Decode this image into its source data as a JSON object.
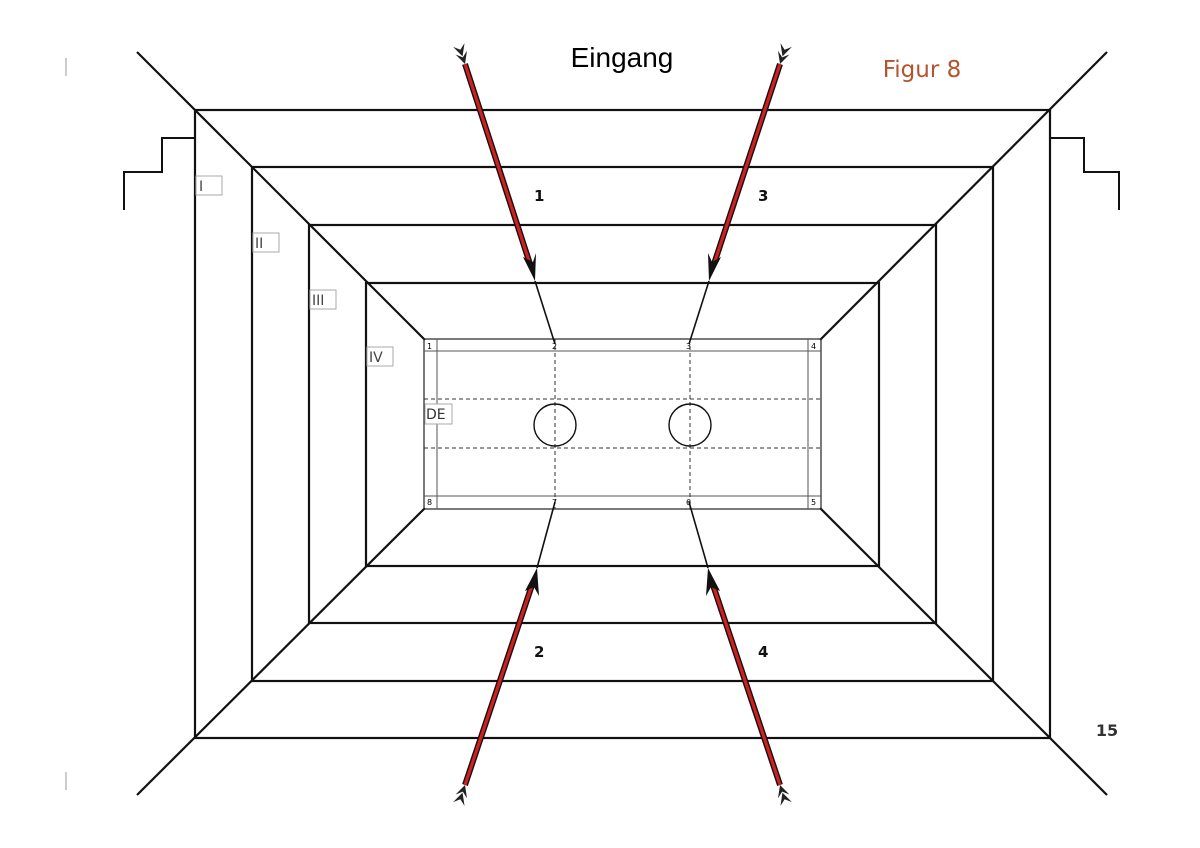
{
  "title": "Eingang",
  "figure_label": "Figur 8",
  "page_number": "15",
  "zones": [
    "I",
    "II",
    "III",
    "IV"
  ],
  "center_label": "DE",
  "corner_numbers": [
    "1",
    "2",
    "3",
    "4",
    "5",
    "6",
    "7",
    "8"
  ],
  "arrows": [
    "1",
    "3",
    "2",
    "4"
  ],
  "colors": {
    "figure_label": "#b5532f",
    "arrow_shaft": "#d11f1f",
    "arrow_outline": "#1a1a1a"
  }
}
